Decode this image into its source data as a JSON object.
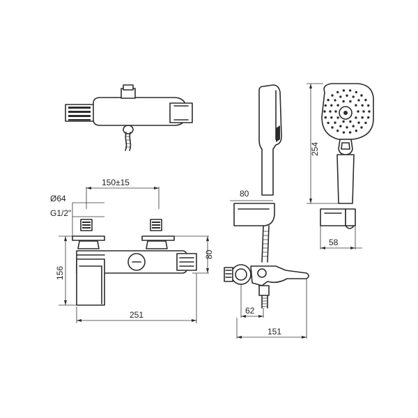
{
  "dimensions": {
    "spacing": "150±15",
    "diameter": "Ø64",
    "thread": "G1/2\"",
    "height_total": "156",
    "height_outlet": "80",
    "width_total": "251",
    "holder_height": "80",
    "handshower_length": "254",
    "handshower_width": "58",
    "spout_offset": "62",
    "spout_projection": "151"
  },
  "colors": {
    "line": "#2b2b2b",
    "background": "#ffffff"
  }
}
